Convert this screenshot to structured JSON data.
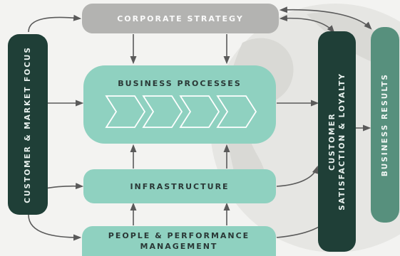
{
  "diagram": {
    "corporate_strategy": "CORPORATE STRATEGY",
    "customer_market_focus": "CUSTOMER & MARKET FOCUS",
    "business_processes": "BUSINESS PROCESSES",
    "infrastructure": "INFRASTRUCTURE",
    "people_performance": [
      "PEOPLE & PERFORMANCE",
      "MANAGEMENT"
    ],
    "customer_satisfaction": [
      "CUSTOMER",
      "SATISFACTION & LOYALTY"
    ],
    "business_results": "BUSINESS RESULTS"
  },
  "colors": {
    "teal": "#8fd1c0",
    "grey": "#b3b3b1",
    "dark_green": "#1f3f37",
    "mid_green": "#57907d",
    "arrow": "#5a5a5a"
  }
}
